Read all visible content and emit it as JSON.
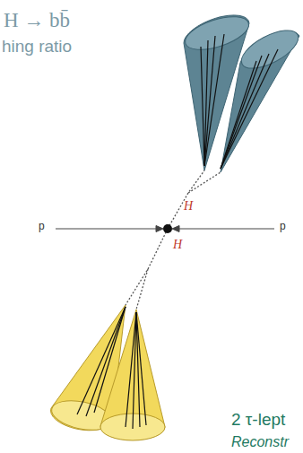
{
  "diagram": {
    "labels": [
      "H → bb̄",
      "hing ratio",
      "H",
      "p",
      "p",
      "H",
      "2 τ-lept",
      "Reconstr"
    ]
  }
}
